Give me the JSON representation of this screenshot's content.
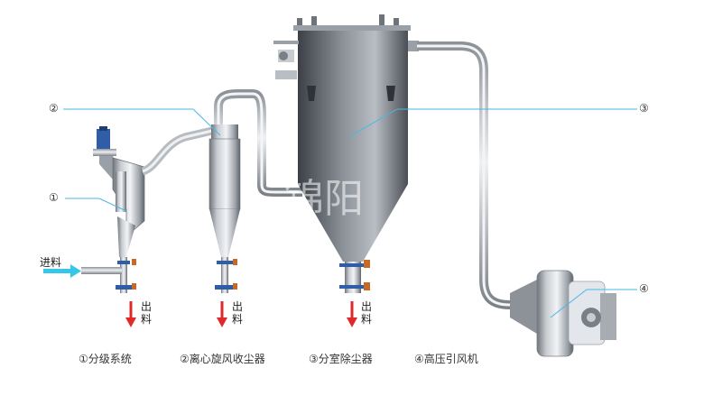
{
  "labels": {
    "feed": "进料",
    "discharge": "出\n料",
    "markers": [
      "①",
      "②",
      "③",
      "④"
    ]
  },
  "captions": [
    "①分级系统",
    "②离心旋风收尘器",
    "③分室除尘器",
    "④高压引风机"
  ],
  "watermark": "锦阳",
  "colors": {
    "steel_light": "#e3e6ea",
    "steel_dark": "#7a7f86",
    "callout_line": "#47b8e6",
    "feed_arrow": "#36c6e8",
    "discharge_arrow": "#e02a2a",
    "valve_blue": "#2f5da8",
    "valve_orange": "#c86a26"
  }
}
